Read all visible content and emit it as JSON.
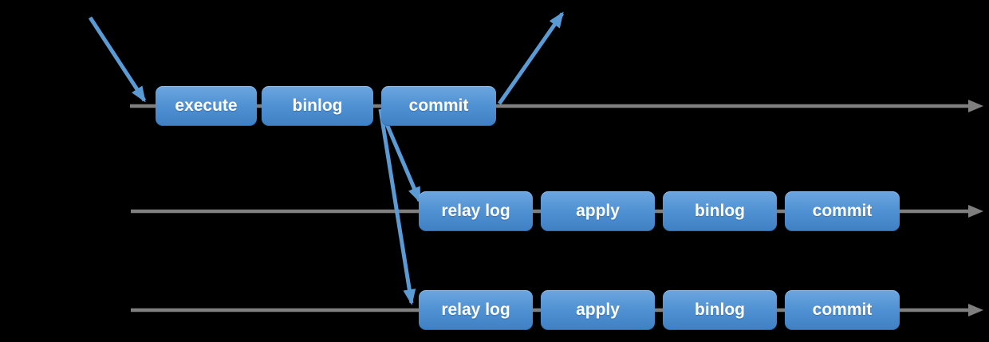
{
  "diagram": {
    "background_color": "#000000",
    "colors": {
      "timeline": "#7f7f7f",
      "arrow": "#5b9bd5",
      "box_gradient_top": "#6ca6e0",
      "box_gradient_bottom": "#3e80c3",
      "box_text": "#ffffff"
    },
    "rows": [
      {
        "boxes": [
          "execute",
          "binlog",
          "commit"
        ]
      },
      {
        "boxes": [
          "relay log",
          "apply",
          "binlog",
          "commit"
        ]
      },
      {
        "boxes": [
          "relay log",
          "apply",
          "binlog",
          "commit"
        ]
      }
    ]
  }
}
